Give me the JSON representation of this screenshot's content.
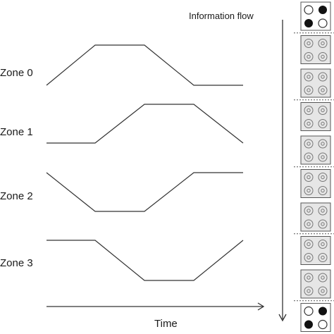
{
  "information_flow_label": "Information flow",
  "time_label": "Time",
  "zones": [
    {
      "label": "Zone 0",
      "levels": [
        "low",
        "high",
        "high",
        "low",
        "low"
      ]
    },
    {
      "label": "Zone 1",
      "levels": [
        "low",
        "low",
        "high",
        "high",
        "low"
      ]
    },
    {
      "label": "Zone 2",
      "levels": [
        "high",
        "low",
        "low",
        "high",
        "high"
      ]
    },
    {
      "label": "Zone 3",
      "levels": [
        "high",
        "high",
        "low",
        "low",
        "high"
      ]
    }
  ],
  "column_cells": [
    {
      "pattern": [
        "empty",
        "filled",
        "filled",
        "empty"
      ]
    },
    {
      "pattern": [
        "ring",
        "ring",
        "ring",
        "ring"
      ]
    },
    {
      "pattern": [
        "ring",
        "ring",
        "ring",
        "ring"
      ]
    },
    {
      "pattern": [
        "ring",
        "ring",
        "ring",
        "ring"
      ]
    },
    {
      "pattern": [
        "ring",
        "ring",
        "ring",
        "ring"
      ]
    },
    {
      "pattern": [
        "ring",
        "ring",
        "ring",
        "ring"
      ]
    },
    {
      "pattern": [
        "ring",
        "ring",
        "ring",
        "ring"
      ]
    },
    {
      "pattern": [
        "ring",
        "ring",
        "ring",
        "ring"
      ]
    },
    {
      "pattern": [
        "ring",
        "ring",
        "ring",
        "ring"
      ]
    },
    {
      "pattern": [
        "empty",
        "filled",
        "filled",
        "empty"
      ]
    }
  ],
  "colors": {
    "line": "#333333",
    "cell_border": "#555555",
    "cell_fill": "#e6e6e6",
    "dot_fill": "#111111"
  }
}
